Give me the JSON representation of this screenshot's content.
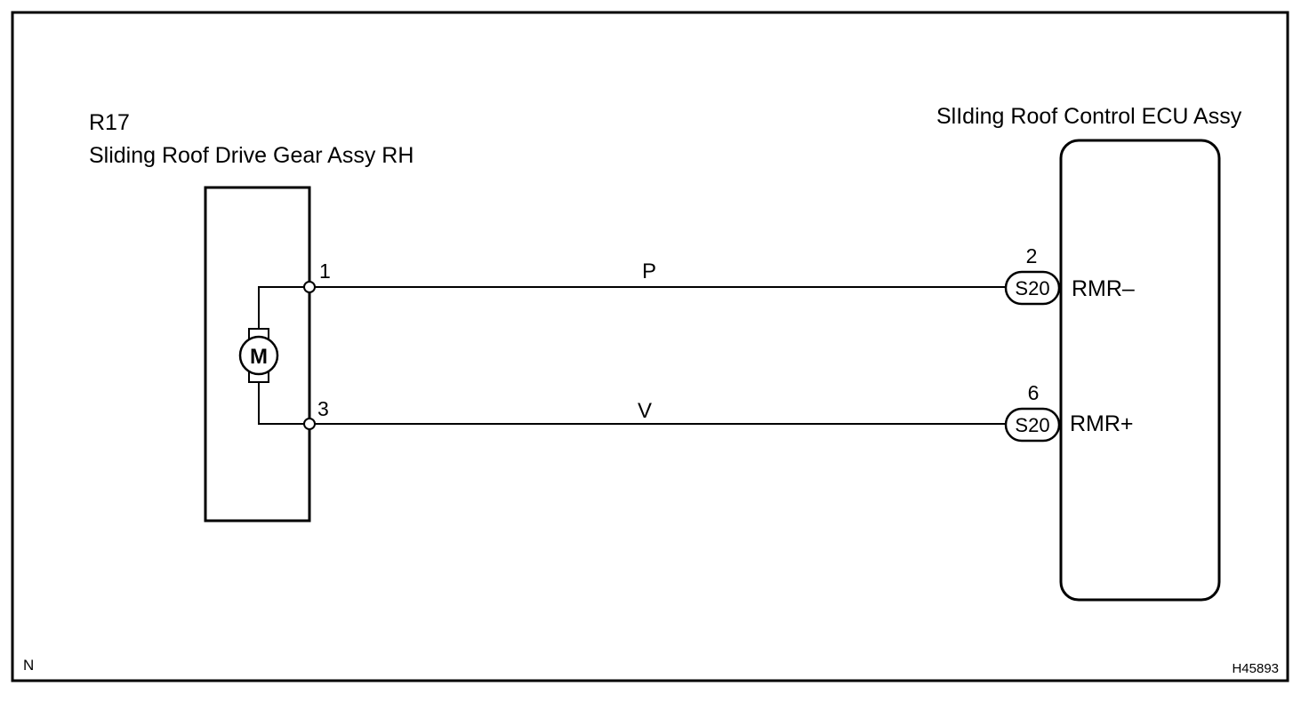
{
  "component_left": {
    "ref": "R17",
    "name": "Sliding Roof Drive Gear Assy RH",
    "motor_symbol": "M",
    "pins": [
      {
        "number": "1"
      },
      {
        "number": "3"
      }
    ]
  },
  "component_right": {
    "name": "SlIding Roof Control ECU Assy",
    "pins": [
      {
        "number": "2",
        "connector": "S20",
        "signal": "RMR–"
      },
      {
        "number": "6",
        "connector": "S20",
        "signal": "RMR+"
      }
    ]
  },
  "wires": [
    {
      "color_code": "P"
    },
    {
      "color_code": "V"
    }
  ],
  "corner_left": "N",
  "figure_id": "H45893"
}
